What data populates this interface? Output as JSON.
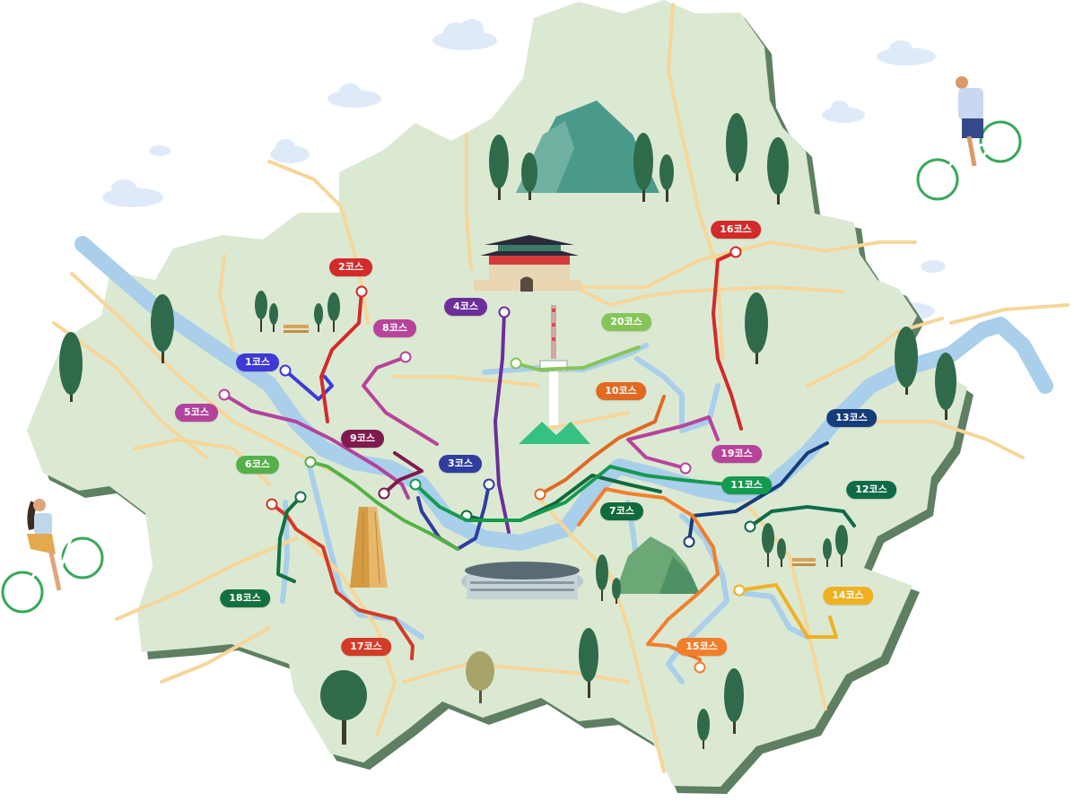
{
  "map": {
    "colors": {
      "land": "#dbe9d3",
      "land_shadow": "#5e7f62",
      "river": "#a9cfea",
      "road": "#f6d69a"
    }
  },
  "courses": [
    {
      "id": "1",
      "label": "1코스",
      "color": "#3f39d6"
    },
    {
      "id": "2",
      "label": "2코스",
      "color": "#d32a2a"
    },
    {
      "id": "3",
      "label": "3코스",
      "color": "#2f3e9e"
    },
    {
      "id": "4",
      "label": "4코스",
      "color": "#6c2f9a"
    },
    {
      "id": "5",
      "label": "5코스",
      "color": "#b2439d"
    },
    {
      "id": "6",
      "label": "6코스",
      "color": "#56b049"
    },
    {
      "id": "7",
      "label": "7코스",
      "color": "#116a3c"
    },
    {
      "id": "8",
      "label": "8코스",
      "color": "#b8439a"
    },
    {
      "id": "9",
      "label": "9코스",
      "color": "#7e1a4e"
    },
    {
      "id": "10",
      "label": "10코스",
      "color": "#e06a22"
    },
    {
      "id": "11",
      "label": "11코스",
      "color": "#159a4f"
    },
    {
      "id": "12",
      "label": "12코스",
      "color": "#0f6a48"
    },
    {
      "id": "13",
      "label": "13코스",
      "color": "#153c7a"
    },
    {
      "id": "14",
      "label": "14코스",
      "color": "#f0b121"
    },
    {
      "id": "15",
      "label": "15코스",
      "color": "#f27e2c"
    },
    {
      "id": "16",
      "label": "16코스",
      "color": "#d32a2a"
    },
    {
      "id": "17",
      "label": "17코스",
      "color": "#d33b27"
    },
    {
      "id": "18",
      "label": "18코스",
      "color": "#147040"
    },
    {
      "id": "19",
      "label": "19코스",
      "color": "#b8439a"
    },
    {
      "id": "20",
      "label": "20코스",
      "color": "#86c45a"
    }
  ]
}
